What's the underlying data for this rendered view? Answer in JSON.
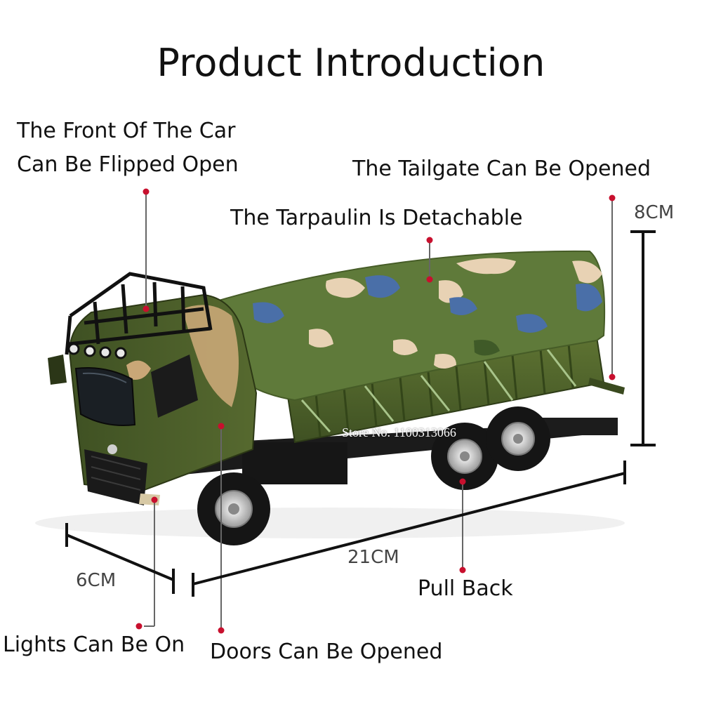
{
  "title": "Product Introduction",
  "callouts": {
    "front": [
      "The Front Of The Car",
      "Can Be Flipped Open"
    ],
    "tailgate": "The Tailgate Can Be Opened",
    "tarpaulin": "The Tarpaulin Is Detachable",
    "pull_back": "Pull Back",
    "lights": "Lights Can Be On",
    "doors": "Doors Can Be Opened"
  },
  "dimensions": {
    "height": "8CM",
    "length": "21CM",
    "width": "6CM"
  },
  "watermark": "Store No. 1100313066",
  "colors": {
    "accent_dot": "#c8102e",
    "olive": "#4c5f2a",
    "camo_light": "#e8d2b4",
    "camo_blue": "#4a6fa8",
    "tan": "#c9a777"
  }
}
